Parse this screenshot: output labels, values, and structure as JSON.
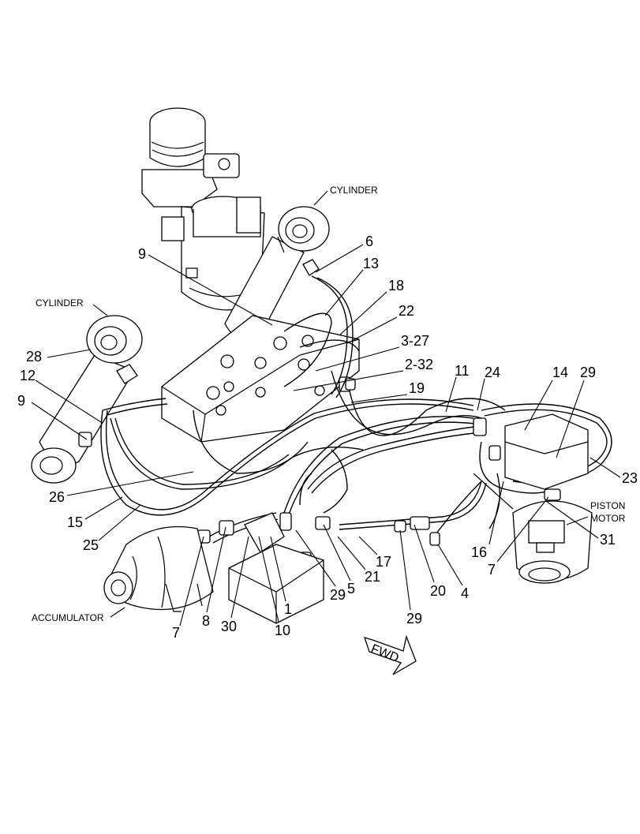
{
  "components": {
    "cylinder_upper": "CYLINDER",
    "cylinder_left": "CYLINDER",
    "accumulator": "ACCUMULATOR",
    "piston_motor_line1": "PISTON",
    "piston_motor_line2": "MOTOR",
    "fwd": "FWD"
  },
  "callouts": {
    "c6": "6",
    "c9a": "9",
    "c13": "13",
    "c18": "18",
    "c22": "22",
    "c3_27": "3-27",
    "c2_32": "2-32",
    "c19": "19",
    "c11": "11",
    "c24": "24",
    "c14": "14",
    "c29a": "29",
    "c28": "28",
    "c12": "12",
    "c9b": "9",
    "c26": "26",
    "c15": "15",
    "c25": "25",
    "c23": "23",
    "c16": "16",
    "c7a": "7",
    "c31": "31",
    "c17": "17",
    "c21": "21",
    "c5": "5",
    "c29b": "29",
    "c20": "20",
    "c4": "4",
    "c29c": "29",
    "c1": "1",
    "c30": "30",
    "c10": "10",
    "c8": "8",
    "c7b": "7"
  },
  "colors": {
    "line": "#000000",
    "background": "#ffffff"
  }
}
